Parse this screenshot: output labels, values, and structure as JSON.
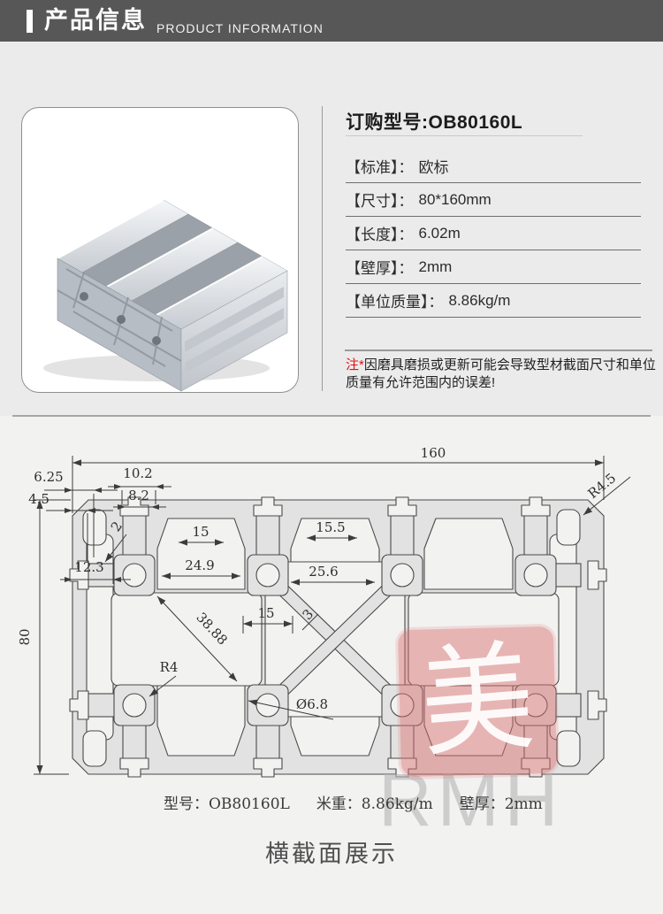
{
  "header": {
    "title_cn": "产品信息",
    "title_en": "PRODUCT INFORMATION"
  },
  "product": {
    "title": "订购型号:OB80160L",
    "specs": [
      {
        "label": "【标准】：",
        "value": "欧标"
      },
      {
        "label": "【尺寸】：",
        "value": "80*160mm"
      },
      {
        "label": "【长度】：",
        "value": "6.02m"
      },
      {
        "label": "【壁厚】：",
        "value": "2mm"
      },
      {
        "label": "【单位质量】：",
        "value": "8.86kg/m"
      }
    ],
    "note": {
      "prefix": "注*",
      "text": "因磨具磨损或更新可能会导致型材截面尺寸和单位质量有允许范围内的误差!"
    }
  },
  "drawing": {
    "dims": {
      "width": "160",
      "height": "80",
      "d625": "6.25",
      "d45": "4.5",
      "d102": "10.2",
      "d82": "8.2",
      "d2": "2",
      "d123": "12.3",
      "d15a": "15",
      "d249": "24.9",
      "d155": "15.5",
      "d256": "25.6",
      "d15b": "15",
      "d3": "3",
      "d3888": "38.88",
      "r4": "R4",
      "dia68": "Ø6.8",
      "r45": "R4.5"
    },
    "footer": {
      "model": "型号：OB80160L",
      "meter_weight": "米重：8.86kg/m",
      "wall": "壁厚：2mm"
    },
    "caption": "横截面展示",
    "watermark": "RMH",
    "seal_char": "美"
  },
  "colors": {
    "header_bg": "#575757",
    "accent_red": "#e01212",
    "seal_pink": "#db7070"
  }
}
